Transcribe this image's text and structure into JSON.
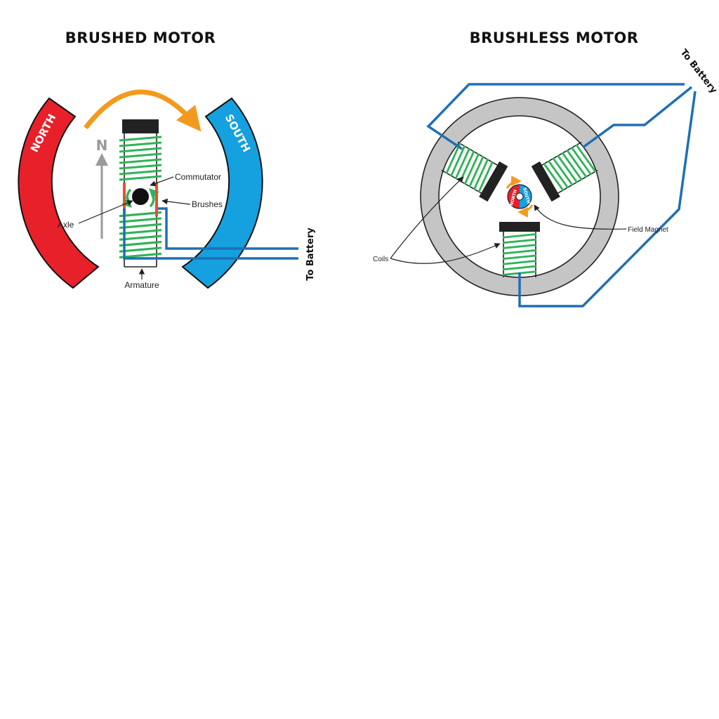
{
  "brushed": {
    "title": "BRUSHED MOTOR",
    "north_label": "NORTH",
    "south_label": "SOUTH",
    "n_marker": "N",
    "commutator_label": "Commutator",
    "brushes_label": "Brushes",
    "axle_label": "Axle",
    "armature_label": "Armature",
    "battery_label": "To Battery"
  },
  "brushless": {
    "title": "BRUSHLESS MOTOR",
    "battery_label": "To Battery",
    "field_magnet_label": "Field Magnet",
    "coils_label": "Coils",
    "magnet_north": "NORTH",
    "magnet_south": "SOUTH"
  },
  "colors": {
    "north": "#e8202a",
    "south": "#15a0e0",
    "coil": "#2fb457",
    "wire": "#1f6fb5",
    "rotation_arrow": "#f39a1e",
    "stator_ring": "#c5c5c5",
    "brush": "#e8502a"
  }
}
